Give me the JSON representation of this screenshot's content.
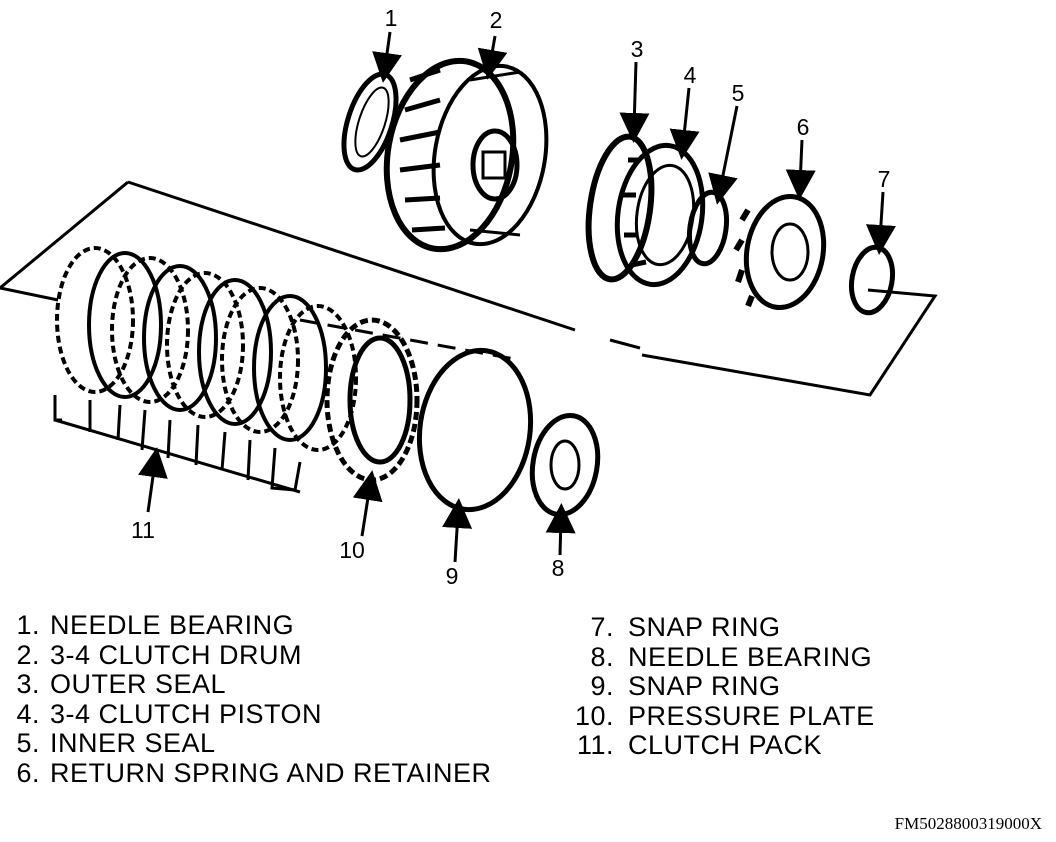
{
  "callouts": [
    "1",
    "2",
    "3",
    "4",
    "5",
    "6",
    "7",
    "8",
    "9",
    "10",
    "11"
  ],
  "legend_left": [
    {
      "num": "1.",
      "label": "NEEDLE BEARING"
    },
    {
      "num": "2.",
      "label": "3-4 CLUTCH DRUM"
    },
    {
      "num": "3.",
      "label": "OUTER SEAL"
    },
    {
      "num": "4.",
      "label": "3-4 CLUTCH PISTON"
    },
    {
      "num": "5.",
      "label": "INNER SEAL"
    },
    {
      "num": "6.",
      "label": "RETURN SPRING AND RETAINER"
    }
  ],
  "legend_right": [
    {
      "num": "7.",
      "label": "SNAP RING"
    },
    {
      "num": "8.",
      "label": "NEEDLE BEARING"
    },
    {
      "num": "9.",
      "label": "SNAP RING"
    },
    {
      "num": "10.",
      "label": "PRESSURE PLATE"
    },
    {
      "num": "11.",
      "label": "CLUTCH PACK"
    }
  ],
  "figure_id": "FM5028800319000X"
}
